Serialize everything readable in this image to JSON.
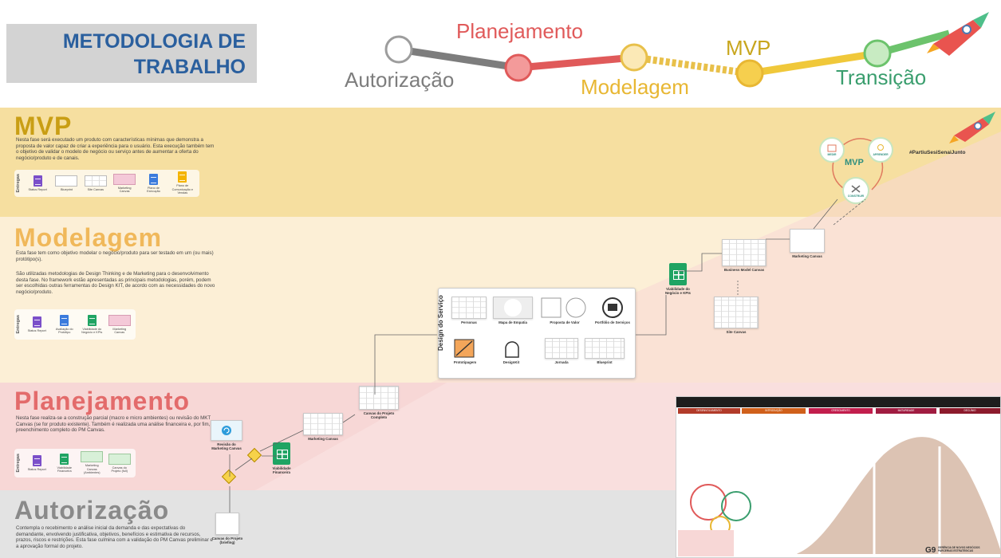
{
  "header": {
    "title_line1": "METODOLOGIA DE",
    "title_line2": "TRABALHO"
  },
  "timeline": {
    "stages": [
      {
        "label": "Autorização",
        "color": "#7d7d7d"
      },
      {
        "label": "Planejamento",
        "color": "#e05a5a"
      },
      {
        "label": "Modelagem",
        "color": "#e8b733"
      },
      {
        "label": "MVP",
        "color": "#c8a61d"
      },
      {
        "label": "Transição",
        "color": "#3a9e6e"
      }
    ]
  },
  "phases": {
    "mvp": {
      "title": "MVP",
      "description": "Nesta fase será executado um produto com características mínimas que demonstra a proposta de valor capaz de criar a experiência para o usuário. Esta execução também tem o objetivo de validar o modelo de negócio ou serviço antes de aumentar a oferta do negócio/produto e de canais.",
      "entregas_label": "Entregas",
      "entregas": [
        "Status Report",
        "Blueprint",
        "Site Canvas",
        "Marketing Canvas",
        "Plano de Execução",
        "Plano de Comunicação e Vendas"
      ],
      "cycle": {
        "center": "MVP",
        "steps": [
          "MEDIR",
          "APRENDER",
          "CONSTRUIR"
        ]
      },
      "hashtag": "#PartiuSesiSenaiJunto"
    },
    "modelagem": {
      "title": "Modelagem",
      "description_1": "Esta fase tem como objetivo modelar o negócio/produto para ser testado em um (ou mais) protótipo(s).",
      "description_2": "São utilizadas metodologias de Design Thinking e de Marketing para o desenvolvimento desta fase. No framework estão apresentadas as principais metodologias, porém, podem ser escolhidas outras ferramentas do Design KIT, de acordo com as necessidades do novo negócio/produto.",
      "entregas_label": "Entregas",
      "entregas": [
        "Status Report",
        "Avaliação do Protótipo",
        "Viabilidade do Negócio e KPIs",
        "Marketing Canvas"
      ],
      "service_design": {
        "title": "Design do Serviço",
        "items": [
          "Personas",
          "Mapa de Empatia",
          "Proposta de Valor",
          "Portfólio de Serviços",
          "Prototipagem",
          "DesignKit",
          "Jornada",
          "Blueprint"
        ]
      },
      "flow": {
        "viabilidade": "Viabilidade do Negócio e KPIs",
        "business_model": "Business Model Canvas",
        "marketing": "Marketing Canvas",
        "site": "Site Canvas"
      }
    },
    "planejamento": {
      "title": "Planejamento",
      "description": "Nesta fase realiza-se a construção parcial (macro e micro ambientes) ou revisão do MKT Canvas (se for produto existente). Também é realizada uma análise financeira e, por fim, o preenchimento completo do PM Canvas.",
      "entregas_label": "Entregas",
      "entregas": [
        "Status Report",
        "Viabilidade Financeira",
        "Marketing Canvas (Ambientes)",
        "Canvas do Projeto (full)"
      ],
      "flow": {
        "revisao": "Revisão do Marketing Canvas",
        "marketing": "Marketing Canvas",
        "viabilidade": "Viabilidade Financeira",
        "canvas_completo": "Canvas do Projeto Completo"
      }
    },
    "autorizacao": {
      "title": "Autorização",
      "description": "Contempla o recebimento e análise inicial da demanda e das expectativas do demandante, envolvendo justificativa, objetivos, benefícios e estimativa de recursos, prazos, riscos e restrições. Esta fase culmina com a validação do PM Canvas preliminar e a aprovação formal do projeto.",
      "flow": {
        "canvas_briefing": "Canvas do Projeto (briefing)"
      }
    }
  },
  "infographic": {
    "stages": [
      "DESENVOLVIMENTO",
      "INTRODUÇÃO",
      "CRESCIMENTO",
      "MATURIDADE",
      "DECLÍNIO"
    ],
    "footer_logo": "G9",
    "footer_text": "GERÊNCIA DE NOVOS NEGÓCIOS PARCERIAS ESTRATÉGICAS"
  },
  "colors": {
    "mvp_band": "#f6dfa0",
    "modelagem_band": "#fcefd6",
    "planejamento_band": "#f7d7d6",
    "autorizacao_band": "#e3e3e3",
    "mvp_title": "#c99e14",
    "modelagem_title": "#f0b85a",
    "planejamento_title": "#e36b6b",
    "autorizacao_title": "#8a8a8a",
    "title_blue": "#2a5f9e"
  }
}
